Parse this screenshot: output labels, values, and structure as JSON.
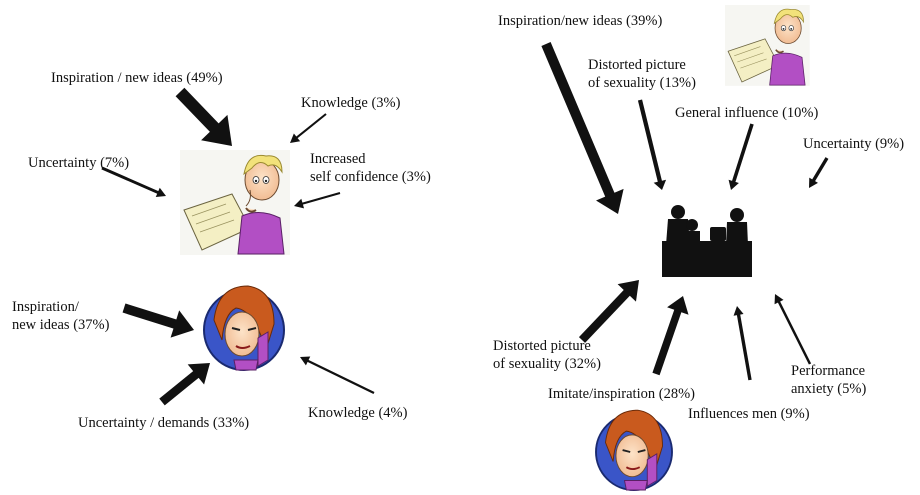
{
  "left": {
    "man_influences": [
      {
        "id": "inspiration",
        "lines": [
          "Inspiration / new ideas (49%)"
        ],
        "weight": 49
      },
      {
        "id": "knowledge",
        "lines": [
          "Knowledge (3%)"
        ],
        "weight": 3
      },
      {
        "id": "uncertainty",
        "lines": [
          "Uncertainty (7%)"
        ],
        "weight": 7
      },
      {
        "id": "self-confidence",
        "lines": [
          "Increased",
          "self confidence (3%)"
        ],
        "weight": 3
      }
    ],
    "woman_influences": [
      {
        "id": "inspiration",
        "lines": [
          "Inspiration/",
          "new ideas (37%)"
        ],
        "weight": 37
      },
      {
        "id": "uncertainty-demands",
        "lines": [
          "Uncertainty / demands (33%)"
        ],
        "weight": 33
      },
      {
        "id": "knowledge",
        "lines": [
          "Knowledge (4%)"
        ],
        "weight": 4
      }
    ]
  },
  "right": {
    "man_to_couple": [
      {
        "id": "inspiration",
        "lines": [
          "Inspiration/new ideas (39%)"
        ],
        "weight": 39
      },
      {
        "id": "distorted-picture",
        "lines": [
          "Distorted picture",
          "of sexuality (13%)"
        ],
        "weight": 13
      },
      {
        "id": "general-influence",
        "lines": [
          "General influence (10%)"
        ],
        "weight": 10
      },
      {
        "id": "uncertainty",
        "lines": [
          "Uncertainty (9%)"
        ],
        "weight": 9
      }
    ],
    "woman_to_couple": [
      {
        "id": "distorted-picture",
        "lines": [
          "Distorted picture",
          "of sexuality (32%)"
        ],
        "weight": 32
      },
      {
        "id": "imitate-inspiration",
        "lines": [
          "Imitate/inspiration (28%)"
        ],
        "weight": 28
      },
      {
        "id": "influences-men",
        "lines": [
          "Influences men (9%)"
        ],
        "weight": 9
      },
      {
        "id": "performance-anxiety",
        "lines": [
          "Performance",
          "anxiety (5%)"
        ],
        "weight": 5
      }
    ]
  },
  "icons": {
    "man": "man-reading-icon",
    "woman": "woman-face-icon",
    "couple": "couple-silhouette-icon"
  },
  "colors": {
    "arrow": "#111111",
    "man_shirt": "#b24fc4",
    "man_hair": "#f2e27a",
    "book": "#f4efc4",
    "woman_bg": "#3a55c8",
    "woman_hair": "#c95a1e",
    "silhouette": "#111111"
  }
}
